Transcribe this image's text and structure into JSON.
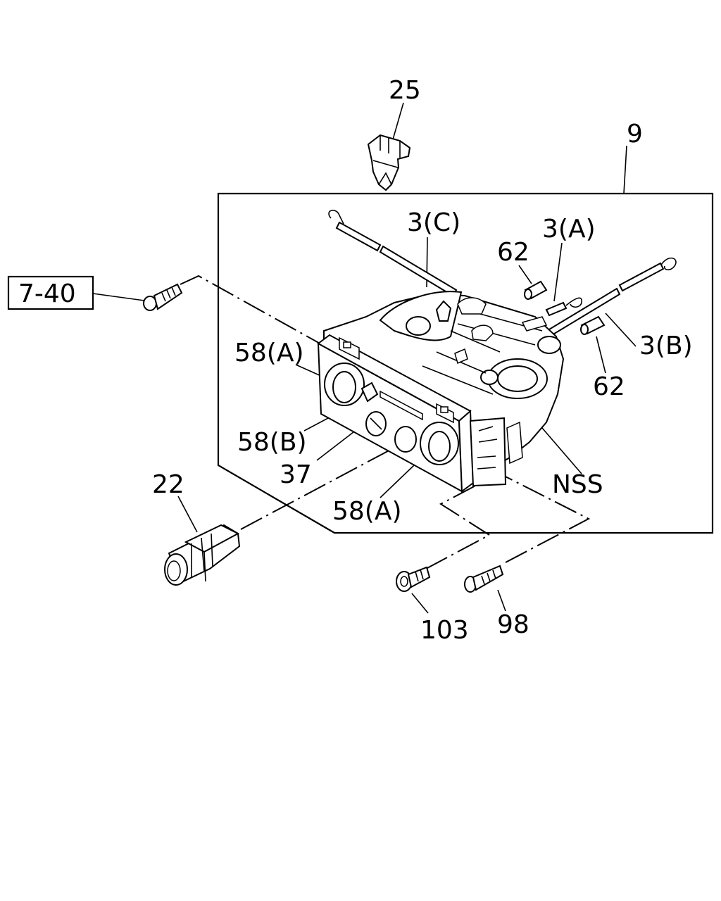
{
  "ref_box": "7-40",
  "callouts": {
    "c25": "25",
    "c9": "9",
    "c3c": "3(C)",
    "c3a": "3(A)",
    "c62_top": "62",
    "c3b": "3(B)",
    "c62_right": "62",
    "c58a_top": "58(A)",
    "c58b": "58(B)",
    "c37": "37",
    "c22": "22",
    "c58a_bottom": "58(A)",
    "cnss": "NSS",
    "c103": "103",
    "c98": "98"
  }
}
